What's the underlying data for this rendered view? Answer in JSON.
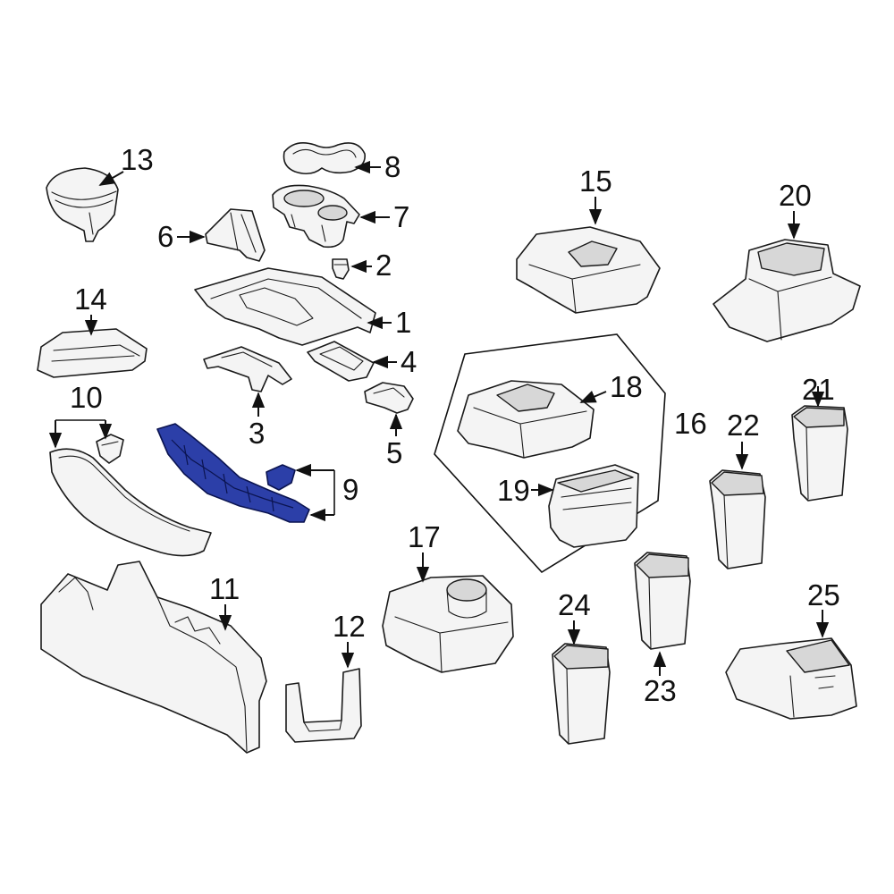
{
  "callouts": {
    "c1": "1",
    "c2": "2",
    "c3": "3",
    "c4": "4",
    "c5": "5",
    "c6": "6",
    "c7": "7",
    "c8": "8",
    "c9": "9",
    "c10": "10",
    "c11": "11",
    "c12": "12",
    "c13": "13",
    "c14": "14",
    "c15": "15",
    "c16": "16",
    "c17": "17",
    "c18": "18",
    "c19": "19",
    "c20": "20",
    "c21": "21",
    "c22": "22",
    "c23": "23",
    "c24": "24",
    "c25": "25"
  },
  "colors": {
    "highlight": "#2c3fa8",
    "line": "#1a1a1a",
    "background": "#ffffff"
  }
}
